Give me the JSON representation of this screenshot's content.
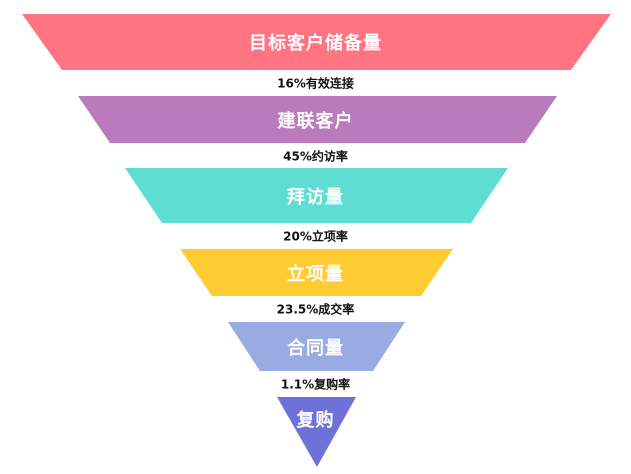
{
  "funnel": {
    "stages": [
      {
        "label": "目标客户储备量",
        "color": "#FF7480"
      },
      {
        "label": "建联客户",
        "color": "#B97BBC"
      },
      {
        "label": "拜访量",
        "color": "#5EDDD3"
      },
      {
        "label": "立项量",
        "color": "#FFCB32"
      },
      {
        "label": "合同量",
        "color": "#98ABE2"
      },
      {
        "label": "复购",
        "color": "#6E72D8"
      }
    ],
    "rates": [
      {
        "label": "16%有效连接"
      },
      {
        "label": "45%约访率"
      },
      {
        "label": "20%立项率"
      },
      {
        "label": "23.5%成交率"
      },
      {
        "label": "1.1%复购率"
      }
    ]
  }
}
